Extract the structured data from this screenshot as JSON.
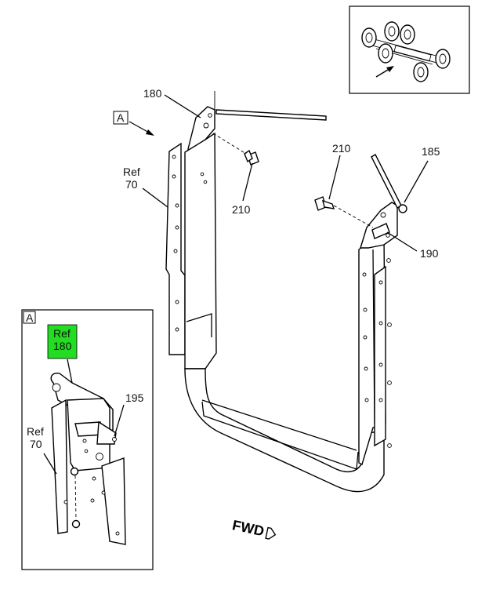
{
  "callouts": {
    "c180": "180",
    "c210a": "210",
    "c210b": "210",
    "c185": "185",
    "c190": "190",
    "ref70_ref": "Ref",
    "ref70_num": "70",
    "detail_ref180_ref": "Ref",
    "detail_ref180_num": "180",
    "c195": "195",
    "detail_ref70_ref": "Ref",
    "detail_ref70_num": "70"
  },
  "view_marker": "A",
  "detail_marker": "A",
  "fwd_label": "FWD",
  "colors": {
    "highlight": "#22dd22",
    "line": "#000000"
  }
}
